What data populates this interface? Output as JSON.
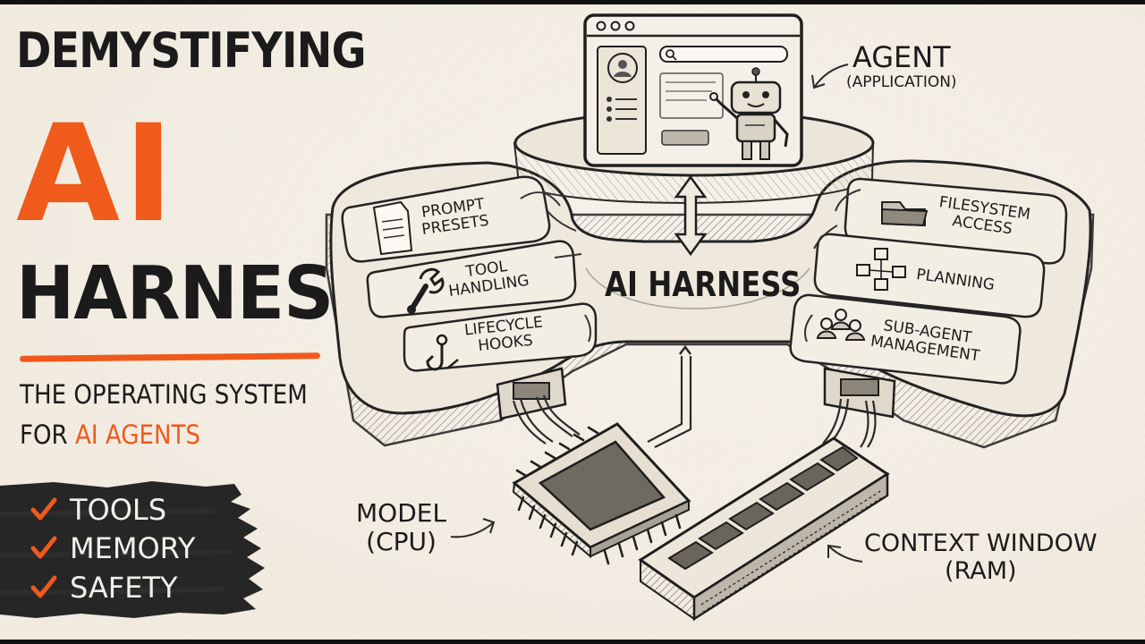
{
  "title": {
    "line1": "DEMYSTIFYING",
    "line2": "AI",
    "line3": "HARNESS"
  },
  "subtitle": {
    "line1": "THE OPERATING SYSTEM",
    "line2_prefix": "FOR ",
    "line2_accent": "AI AGENTS"
  },
  "checklist": [
    "TOOLS",
    "MEMORY",
    "SAFETY"
  ],
  "diagram": {
    "center_label": "AI HARNESS",
    "agent": {
      "line1": "AGENT",
      "line2": "(APPLICATION)"
    },
    "left_modules": [
      {
        "line1": "PROMPT",
        "line2": "PRESETS",
        "icon": "document-icon"
      },
      {
        "line1": "TOOL",
        "line2": "HANDLING",
        "icon": "wrench-icon"
      },
      {
        "line1": "LIFECYCLE",
        "line2": "HOOKS",
        "icon": "hook-icon"
      }
    ],
    "right_modules": [
      {
        "line1": "FILESYSTEM",
        "line2": "ACCESS",
        "icon": "folder-icon"
      },
      {
        "line1": "PLANNING",
        "line2": "",
        "icon": "flowchart-icon"
      },
      {
        "line1": "SUB-AGENT",
        "line2": "MANAGEMENT",
        "icon": "people-icon"
      }
    ],
    "model": {
      "line1": "MODEL",
      "line2": "(CPU)"
    },
    "context": {
      "line1": "CONTEXT WINDOW",
      "line2": "(RAM)"
    }
  },
  "colors": {
    "accent": "#ef5a1c",
    "ink": "#1b1b1b",
    "paper": "#f2ece1",
    "brush": "#262626"
  }
}
